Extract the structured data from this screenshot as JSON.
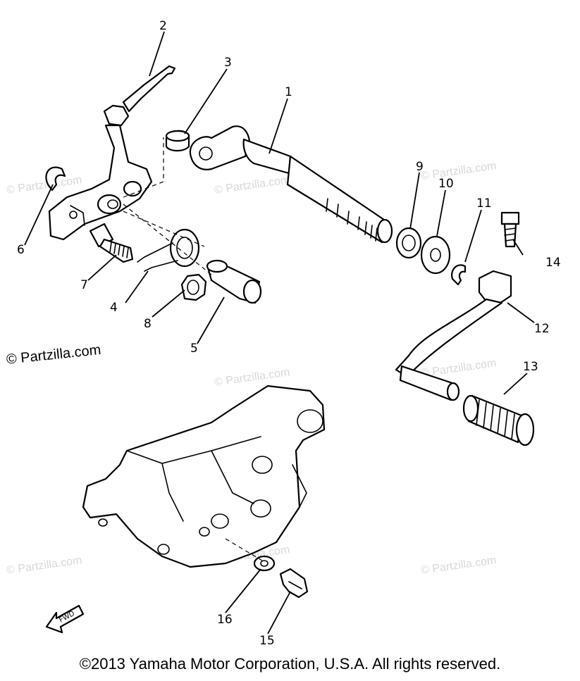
{
  "callouts": [
    "1",
    "2",
    "3",
    "4",
    "5",
    "6",
    "7",
    "8",
    "9",
    "10",
    "11",
    "12",
    "13",
    "14",
    "15",
    "16"
  ],
  "watermark_text": "© Partzilla.com",
  "brand_text": "© Partzilla.com",
  "fwd_label": "FWD",
  "copyright": "©2013  Yamaha Motor Corporation, U.S.A. All rights reserved."
}
